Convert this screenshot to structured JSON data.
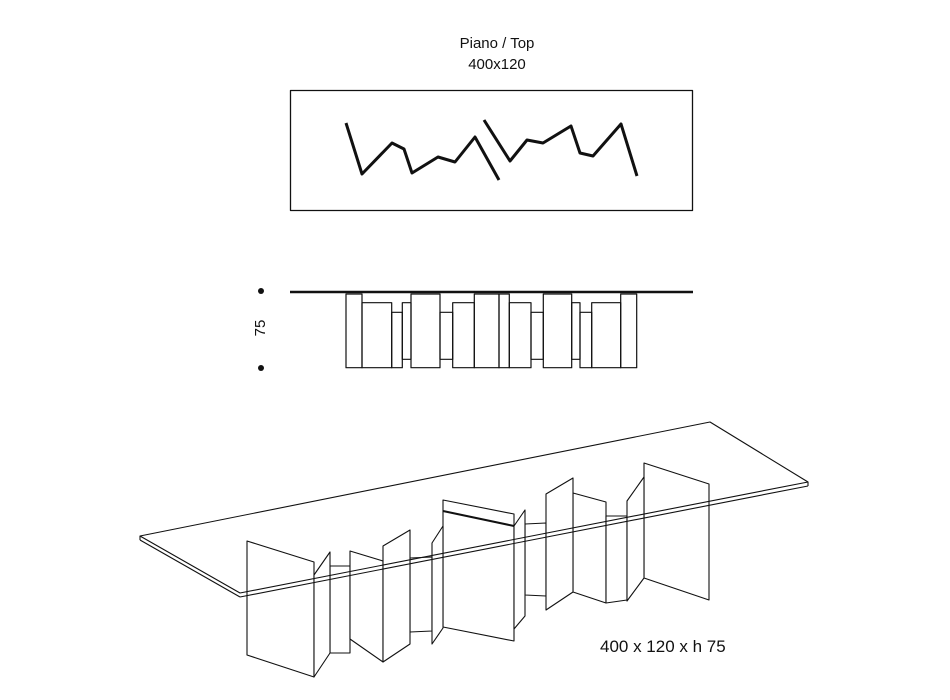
{
  "top_view": {
    "title": "Piano / Top",
    "dimensions": "400x120"
  },
  "side_view": {
    "height_label": "75"
  },
  "perspective_view": {
    "overall_dimensions": "400 x 120 x h 75"
  }
}
